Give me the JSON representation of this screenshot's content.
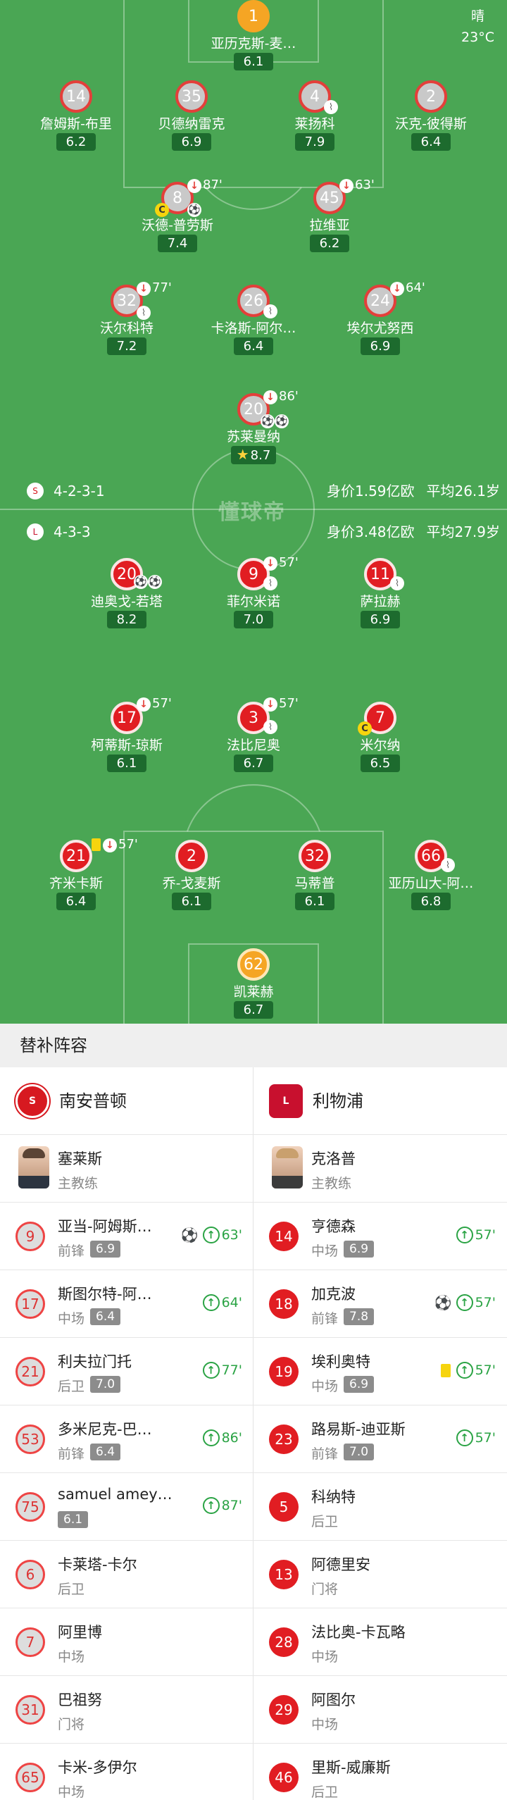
{
  "weather": {
    "condition": "晴",
    "temp": "23°C"
  },
  "home": {
    "formation": "4-2-3-1",
    "value": "身价1.59亿欧",
    "avg_age": "平均26.1岁",
    "players": [
      {
        "id": "h1",
        "number": "1",
        "name": "亚历克斯-麦…",
        "rating": "6.1"
      },
      {
        "id": "h14",
        "number": "14",
        "name": "詹姆斯-布里",
        "rating": "6.2"
      },
      {
        "id": "h35",
        "number": "35",
        "name": "贝德纳雷克",
        "rating": "6.9"
      },
      {
        "id": "h4",
        "number": "4",
        "name": "莱扬科",
        "rating": "7.9"
      },
      {
        "id": "h2",
        "number": "2",
        "name": "沃克-彼得斯",
        "rating": "6.4"
      },
      {
        "id": "h8",
        "number": "8",
        "name": "沃德-普劳斯",
        "rating": "7.4",
        "minute": "87'"
      },
      {
        "id": "h45",
        "number": "45",
        "name": "拉维亚",
        "rating": "6.2",
        "minute": "63'"
      },
      {
        "id": "h32",
        "number": "32",
        "name": "沃尔科特",
        "rating": "7.2",
        "minute": "77'"
      },
      {
        "id": "h26",
        "number": "26",
        "name": "卡洛斯-阿尔…",
        "rating": "6.4"
      },
      {
        "id": "h24",
        "number": "24",
        "name": "埃尔尤努西",
        "rating": "6.9",
        "minute": "64'"
      },
      {
        "id": "h20",
        "number": "20",
        "name": "苏莱曼纳",
        "rating": "8.7",
        "minute": "86'"
      }
    ]
  },
  "away": {
    "formation": "4-3-3",
    "value": "身价3.48亿欧",
    "avg_age": "平均27.9岁",
    "players": [
      {
        "id": "a20",
        "number": "20",
        "name": "迪奥戈-若塔",
        "rating": "8.2"
      },
      {
        "id": "a9",
        "number": "9",
        "name": "菲尔米诺",
        "rating": "7.0",
        "minute": "57'"
      },
      {
        "id": "a11",
        "number": "11",
        "name": "萨拉赫",
        "rating": "6.9"
      },
      {
        "id": "a17",
        "number": "17",
        "name": "柯蒂斯-琼斯",
        "rating": "6.1",
        "minute": "57'"
      },
      {
        "id": "a3",
        "number": "3",
        "name": "法比尼奥",
        "rating": "6.7",
        "minute": "57'"
      },
      {
        "id": "a7",
        "number": "7",
        "name": "米尔纳",
        "rating": "6.5"
      },
      {
        "id": "a21",
        "number": "21",
        "name": "齐米卡斯",
        "rating": "6.4",
        "minute": "57'"
      },
      {
        "id": "a2",
        "number": "2",
        "name": "乔-戈麦斯",
        "rating": "6.1"
      },
      {
        "id": "a32",
        "number": "32",
        "name": "马蒂普",
        "rating": "6.1"
      },
      {
        "id": "a66",
        "number": "66",
        "name": "亚历山大-阿…",
        "rating": "6.8"
      },
      {
        "id": "a62",
        "number": "62",
        "name": "凯莱赫",
        "rating": "6.7"
      }
    ]
  },
  "watermark": "懂球帝",
  "subs": {
    "title": "替补阵容",
    "home_team": "南安普顿",
    "away_team": "利物浦",
    "home_coach": {
      "name": "塞莱斯",
      "role": "主教练"
    },
    "away_coach": {
      "name": "克洛普",
      "role": "主教练"
    },
    "home": [
      {
        "number": "9",
        "name": "亚当-阿姆斯…",
        "pos": "前锋",
        "rating": "6.9",
        "in": "63'",
        "goal": true
      },
      {
        "number": "17",
        "name": "斯图尔特-阿…",
        "pos": "中场",
        "rating": "6.4",
        "in": "64'"
      },
      {
        "number": "21",
        "name": "利夫拉门托",
        "pos": "后卫",
        "rating": "7.0",
        "in": "77'"
      },
      {
        "number": "53",
        "name": "多米尼克-巴…",
        "pos": "前锋",
        "rating": "6.4",
        "in": "86'"
      },
      {
        "number": "75",
        "name": "samuel amey…",
        "pos": "",
        "rating": "6.1",
        "in": "87'"
      },
      {
        "number": "6",
        "name": "卡莱塔-卡尔",
        "pos": "后卫"
      },
      {
        "number": "7",
        "name": "阿里博",
        "pos": "中场"
      },
      {
        "number": "31",
        "name": "巴祖努",
        "pos": "门将"
      },
      {
        "number": "65",
        "name": "卡米-多伊尔",
        "pos": "中场"
      }
    ],
    "away": [
      {
        "number": "14",
        "name": "亨德森",
        "pos": "中场",
        "rating": "6.9",
        "in": "57'"
      },
      {
        "number": "18",
        "name": "加克波",
        "pos": "前锋",
        "rating": "7.8",
        "in": "57'",
        "goal": true
      },
      {
        "number": "19",
        "name": "埃利奥特",
        "pos": "中场",
        "rating": "6.9",
        "in": "57'",
        "yellow": true
      },
      {
        "number": "23",
        "name": "路易斯-迪亚斯",
        "pos": "前锋",
        "rating": "7.0",
        "in": "57'"
      },
      {
        "number": "5",
        "name": "科纳特",
        "pos": "后卫"
      },
      {
        "number": "13",
        "name": "阿德里安",
        "pos": "门将"
      },
      {
        "number": "28",
        "name": "法比奥-卡瓦略",
        "pos": "中场"
      },
      {
        "number": "29",
        "name": "阿图尔",
        "pos": "中场"
      },
      {
        "number": "46",
        "name": "里斯-威廉斯",
        "pos": "后卫"
      }
    ]
  }
}
